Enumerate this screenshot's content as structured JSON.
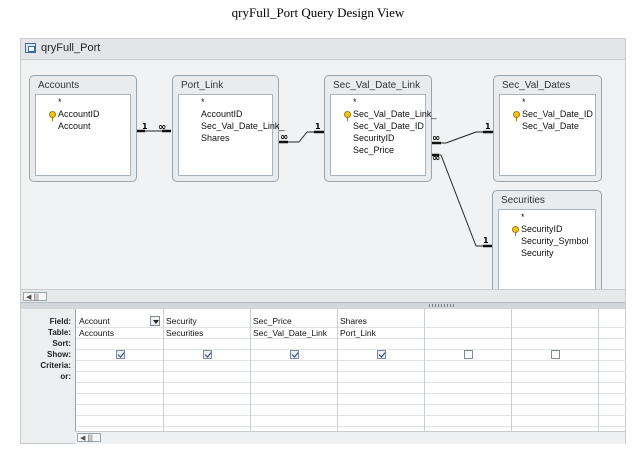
{
  "caption": "qryFull_Port Query Design View",
  "window": {
    "title": "qryFull_Port"
  },
  "tables": {
    "accounts": {
      "title": "Accounts",
      "fields": [
        "*",
        "AccountID",
        "Account"
      ]
    },
    "port_link": {
      "title": "Port_Link",
      "fields": [
        "*",
        "AccountID",
        "Sec_Val_Date_Link_",
        "Shares"
      ]
    },
    "sec_val_date_link": {
      "title": "Sec_Val_Date_Link",
      "fields": [
        "*",
        "Sec_Val_Date_Link_",
        "Sec_Val_Date_ID",
        "SecurityID",
        "Sec_Price"
      ]
    },
    "sec_val_dates": {
      "title": "Sec_Val_Dates",
      "fields": [
        "*",
        "Sec_Val_Date_ID",
        "Sec_Val_Date"
      ]
    },
    "securities": {
      "title": "Securities",
      "fields": [
        "*",
        "SecurityID",
        "Security_Symbol",
        "Security"
      ]
    }
  },
  "relationships": {
    "one": "1",
    "many": "∞"
  },
  "grid": {
    "row_labels": [
      "Field:",
      "Table:",
      "Sort:",
      "Show:",
      "Criteria:",
      "or:"
    ],
    "columns": [
      {
        "field": "Account",
        "table": "Accounts",
        "show": true
      },
      {
        "field": "Security",
        "table": "Securities",
        "show": true
      },
      {
        "field": "Sec_Price",
        "table": "Sec_Val_Date_Link",
        "show": true
      },
      {
        "field": "Shares",
        "table": "Port_Link",
        "show": true
      },
      {
        "field": "",
        "table": "",
        "show": false
      },
      {
        "field": "",
        "table": "",
        "show": false
      }
    ]
  },
  "scroll": {
    "left_arrow": "◀",
    "bar": "|||"
  }
}
